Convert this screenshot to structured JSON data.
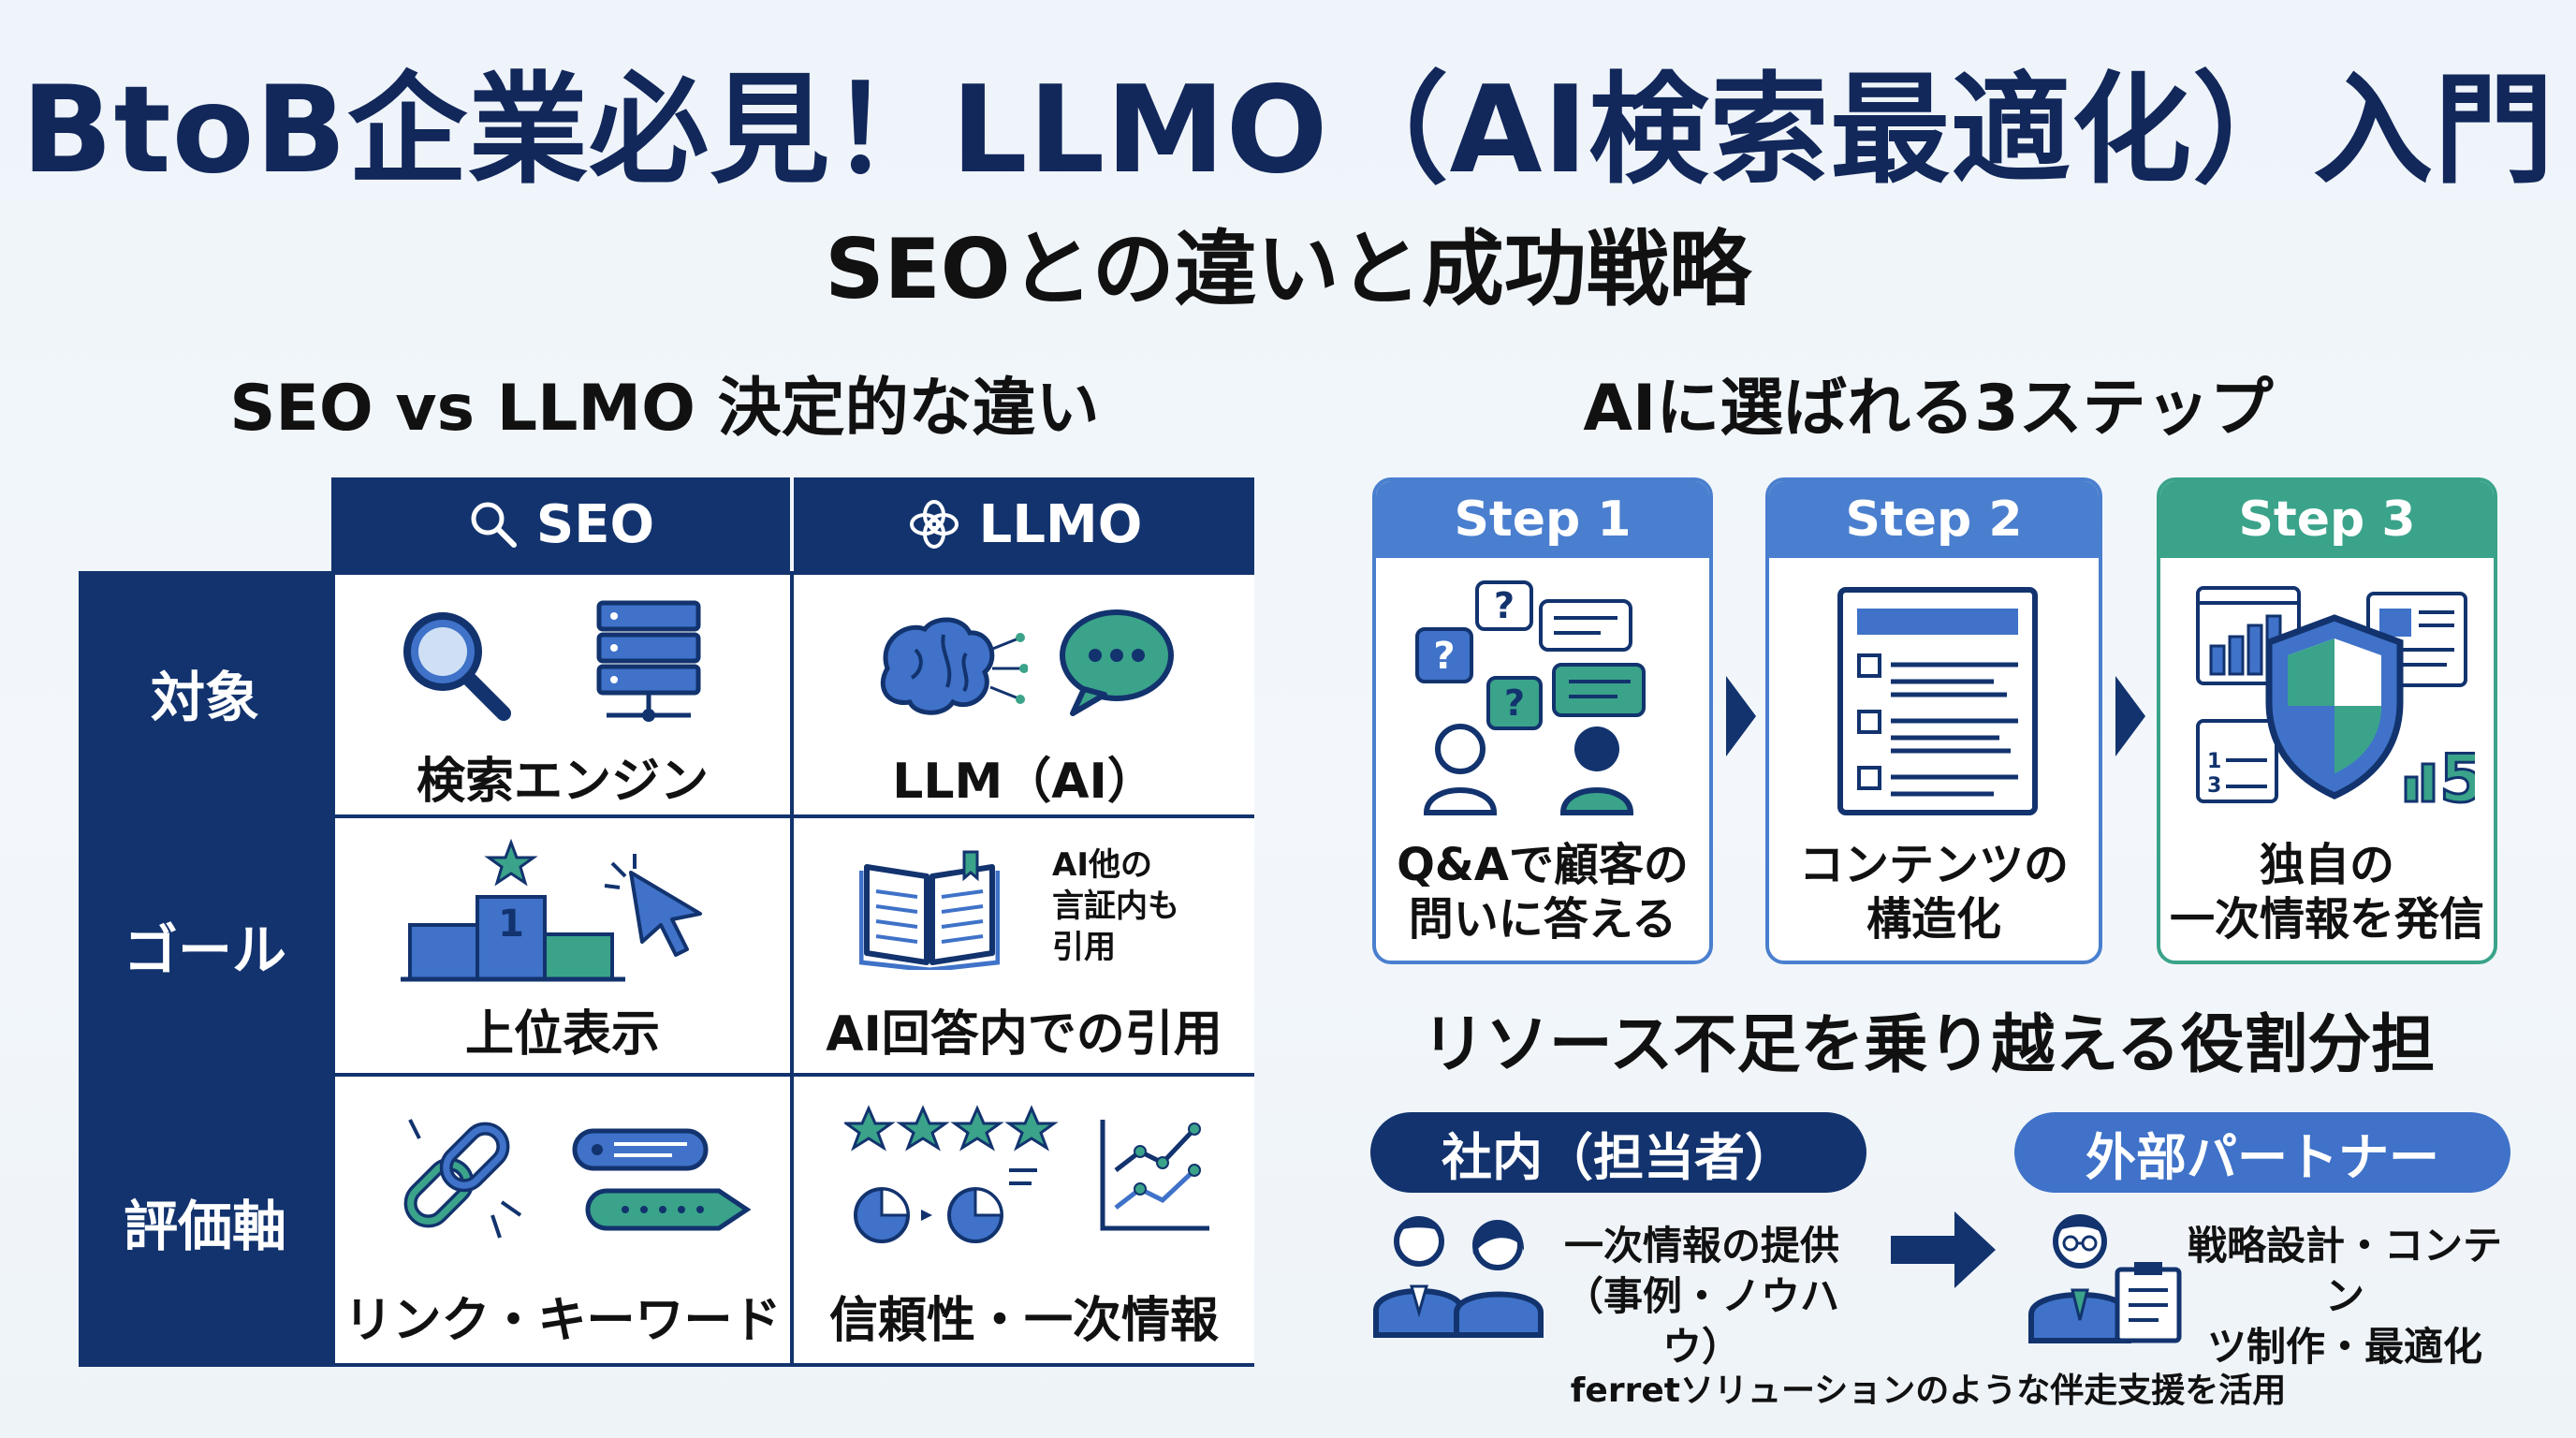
{
  "title": "BtoB企業必見！LLMO（AI検索最適化）入門",
  "subtitle": "SEOとの違いと成功戦略",
  "comparison": {
    "heading": "SEO vs LLMO 決定的な違い",
    "col_seo": "SEO",
    "col_llmo": "LLMO",
    "rows": [
      {
        "label": "対象",
        "seo": "検索エンジン",
        "llmo": "LLM（AI）"
      },
      {
        "label": "ゴール",
        "seo": "上位表示",
        "llmo": "AI回答内での引用",
        "llmo_note": [
          "AI他の",
          "言証内も",
          "引用"
        ],
        "podium_number": "1"
      },
      {
        "label": "評価軸",
        "seo": "リンク・キーワード",
        "llmo": "信頼性・一次情報"
      }
    ]
  },
  "steps": {
    "heading": "AIに選ばれる3ステップ",
    "items": [
      {
        "step": "Step 1",
        "line1": "Q&Aで顧客の",
        "line2": "問いに答える",
        "color": "#4a7fcf"
      },
      {
        "step": "Step 2",
        "line1": "コンテンツの",
        "line2": "構造化",
        "color": "#4a7fcf"
      },
      {
        "step": "Step 3",
        "line1": "独自の",
        "line2": "一次情報を発信",
        "color": "#3aa38a"
      }
    ]
  },
  "roles": {
    "heading": "リソース不足を乗り越える役割分担",
    "internal": {
      "label": "社内（担当者）",
      "line1": "一次情報の提供",
      "line2": "（事例・ノウハウ）",
      "color": "#12336e"
    },
    "external": {
      "label": "外部パートナー",
      "line1": "戦略設計・コンテン",
      "line2": "ツ制作・最適化",
      "color": "#3f72c8"
    },
    "footer": "ferretソリューションのような伴走支援を活用"
  },
  "colors": {
    "navy": "#12336e",
    "blue": "#3f72c8",
    "teal": "#3aa38a",
    "bg": "#eef4fa"
  }
}
